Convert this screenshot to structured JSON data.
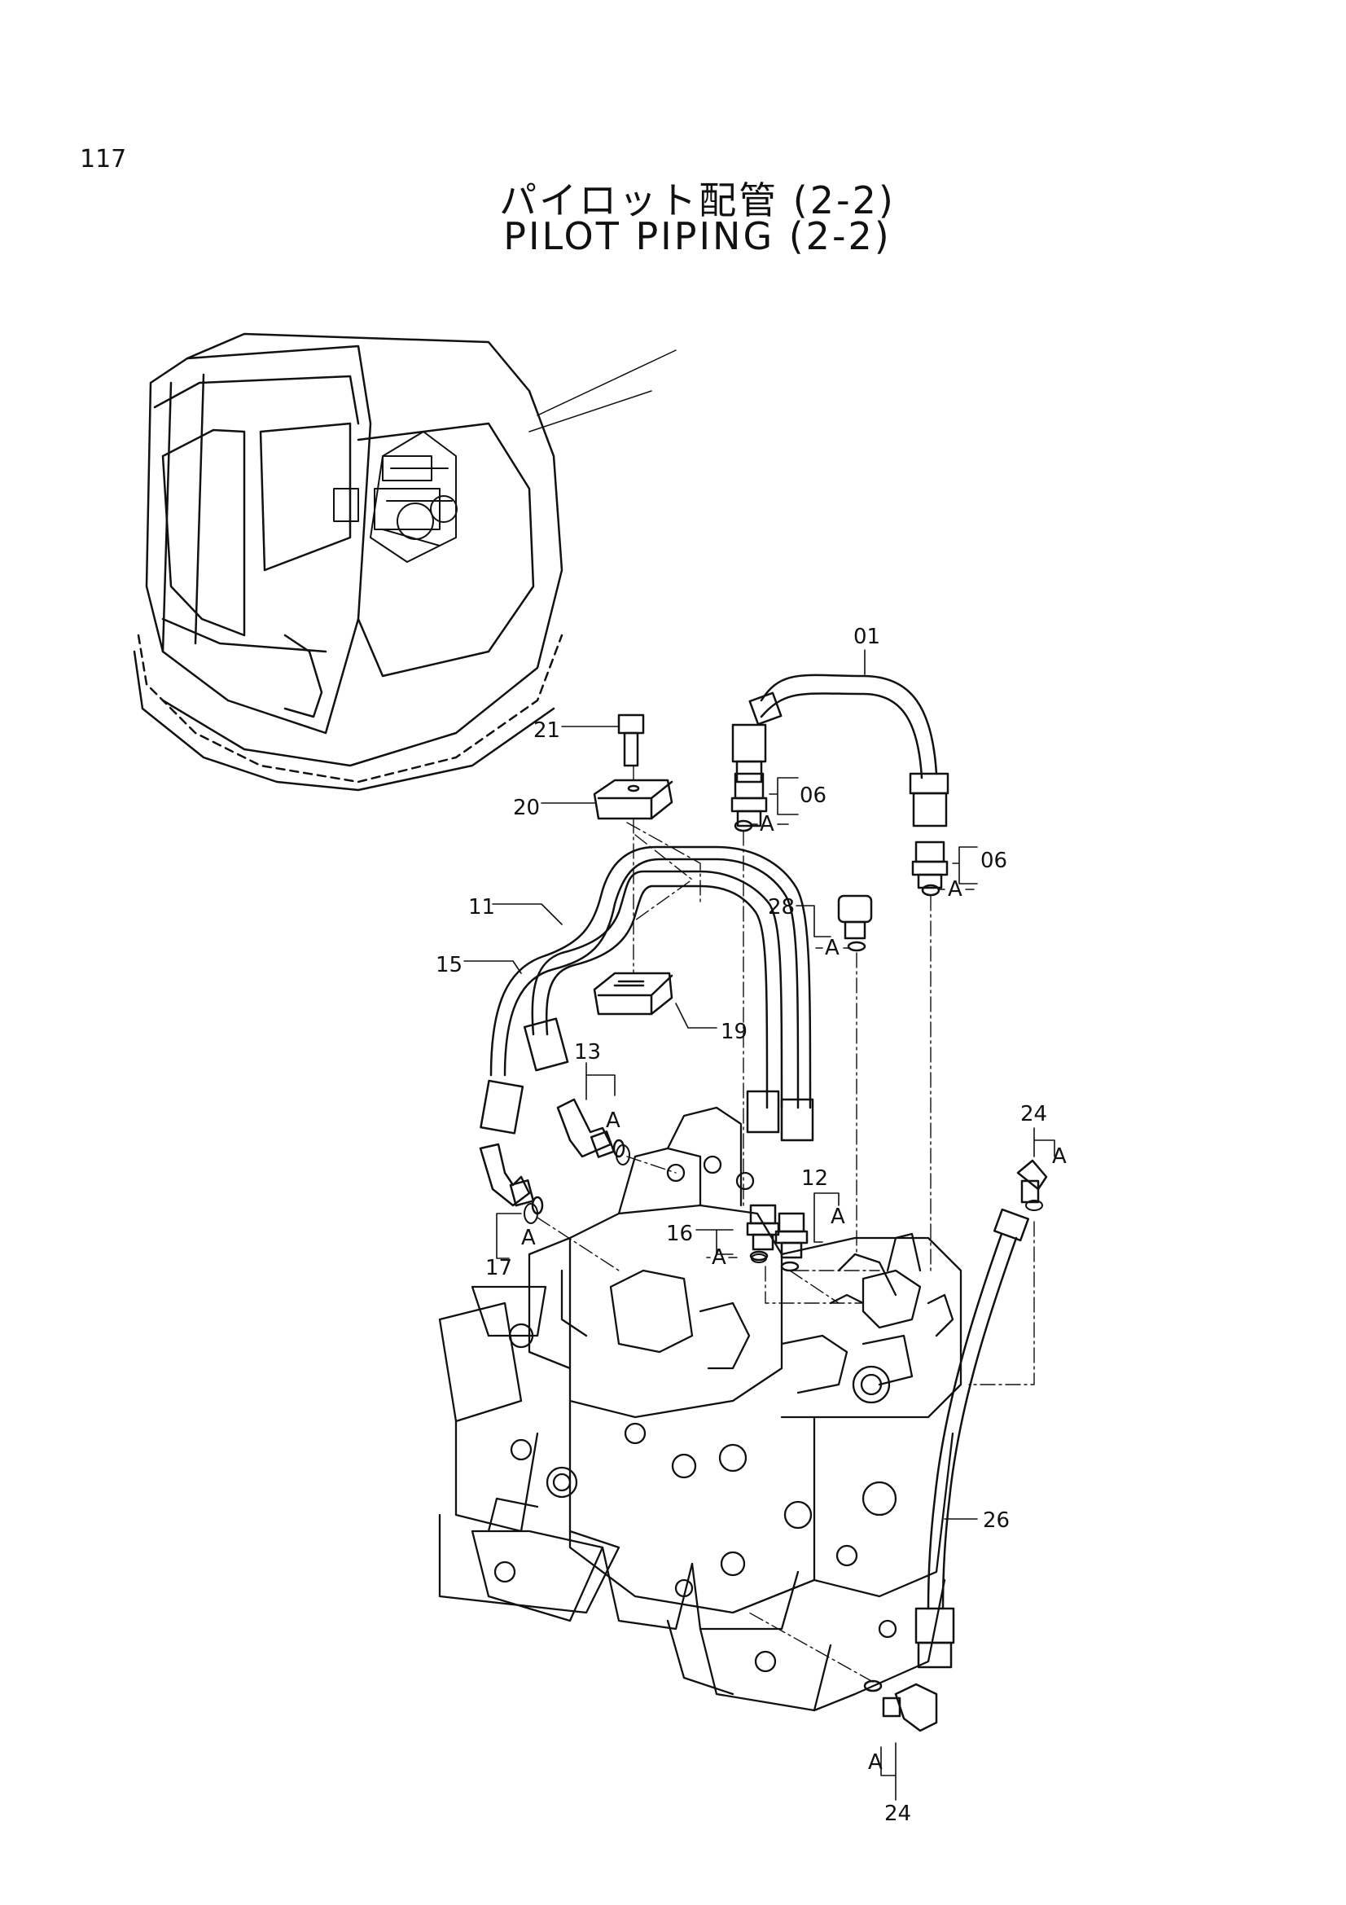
{
  "page_number": "117",
  "title_jp": "パイロット配管 (2-2)",
  "title_en": "PILOT PIPING (2-2)",
  "callouts": {
    "c01": "01",
    "c06a": "06",
    "c06b": "06",
    "c11": "11",
    "c12": "12",
    "c13": "13",
    "c15": "15",
    "c16": "16",
    "c17": "17",
    "c19": "19",
    "c20": "20",
    "c21": "21",
    "c24a": "24",
    "c24b": "24",
    "c26": "26",
    "c28": "28"
  },
  "seal_marker": "A"
}
